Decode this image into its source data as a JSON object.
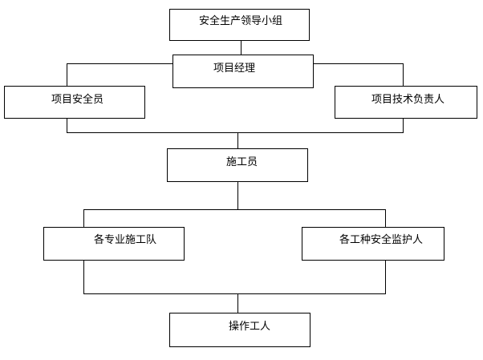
{
  "nodes": {
    "group": "安全生产领导小组",
    "project_manager": "项目经理",
    "safety_officer": "项目安全员",
    "technical_lead": "项目技术负责人",
    "construction_staff": "施工员",
    "specialty_teams": "各专业施工队",
    "safety_monitors": "各工种安全监护人",
    "operators": "操作工人"
  },
  "edges": [
    [
      "group",
      "project_manager"
    ],
    [
      "project_manager",
      "safety_officer"
    ],
    [
      "project_manager",
      "technical_lead"
    ],
    [
      "safety_officer",
      "construction_staff"
    ],
    [
      "technical_lead",
      "construction_staff"
    ],
    [
      "construction_staff",
      "specialty_teams"
    ],
    [
      "construction_staff",
      "safety_monitors"
    ],
    [
      "specialty_teams",
      "operators"
    ],
    [
      "safety_monitors",
      "operators"
    ]
  ]
}
